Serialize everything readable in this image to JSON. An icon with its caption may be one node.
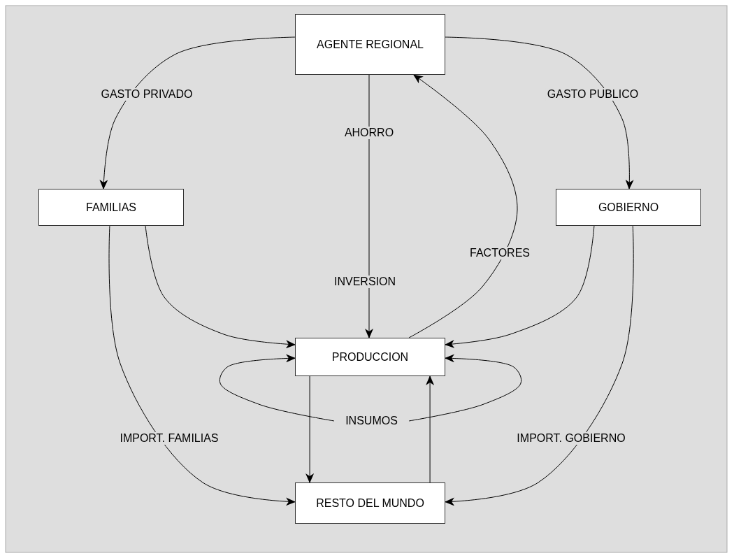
{
  "diagram": {
    "nodes": [
      {
        "text": [
          "AGENTE REGIONAL"
        ]
      },
      {
        "text": [
          "FAMILIAS"
        ]
      },
      {
        "text": [
          "GOBIERNO"
        ]
      },
      {
        "text": [
          "PRODUCCION"
        ]
      },
      {
        "text": [
          "RESTO DEL MUNDO"
        ]
      },
      {
        "text": [
          "INSUMOS"
        ]
      }
    ],
    "edges": [
      {
        "from": 0,
        "to": 1,
        "arrow": "to",
        "label": "GASTO PRIVADO"
      },
      {
        "from": 0,
        "to": 2,
        "arrow": "to",
        "label": "GASTO PUBLICO"
      },
      {
        "from": 0,
        "to": 3,
        "arrow": "to",
        "label": "AHORRO"
      },
      {
        "from": 3,
        "to": 0,
        "arrow": "to",
        "label": "FACTORES"
      },
      {
        "from": 1,
        "to": 3,
        "arrow": "to"
      },
      {
        "from": 2,
        "to": 3,
        "arrow": "to"
      },
      {
        "from": 5,
        "to": 3,
        "arrow": "to"
      },
      {
        "from": 5,
        "to": 3,
        "arrow": "to"
      },
      {
        "from": 3,
        "to": 4,
        "arrow": "to"
      },
      {
        "from": 4,
        "to": 3,
        "arrow": "to"
      },
      {
        "from": 1,
        "to": 4,
        "arrow": "to",
        "label": "IMPORT. FAMILIAS"
      },
      {
        "from": 2,
        "to": 4,
        "arrow": "to",
        "label": "IMPORT. GOBIERNO"
      }
    ],
    "labels": [
      "INVERSION"
    ]
  }
}
